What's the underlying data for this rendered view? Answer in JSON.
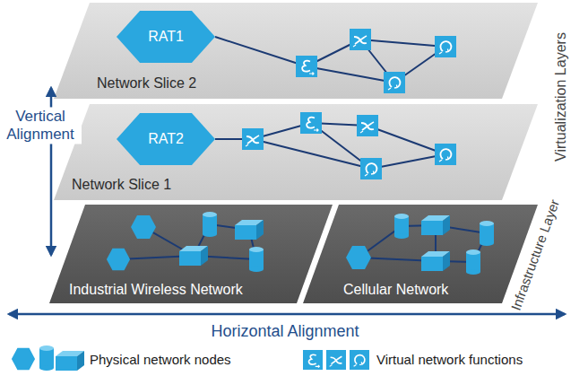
{
  "diagram": {
    "nodes": [
      {
        "text": [
          "Network Slice 2"
        ]
      },
      {
        "text": [
          "RAT1"
        ],
        "in": 0
      },
      {
        "text": [
          "Network Slice 1"
        ]
      },
      {
        "text": [
          "RAT2"
        ],
        "in": 2
      },
      {
        "text": [
          "Industrial Wireless Network"
        ]
      },
      {
        "text": [
          "Cellular Network"
        ]
      }
    ],
    "labels": [
      "Vertical Alignment",
      "Virtualization Layers",
      "Infrastructure Layer",
      "Horizontal Alignment"
    ],
    "legend": [
      {
        "text": "Physical network nodes"
      },
      {
        "text": "Virtual network functions"
      }
    ]
  }
}
